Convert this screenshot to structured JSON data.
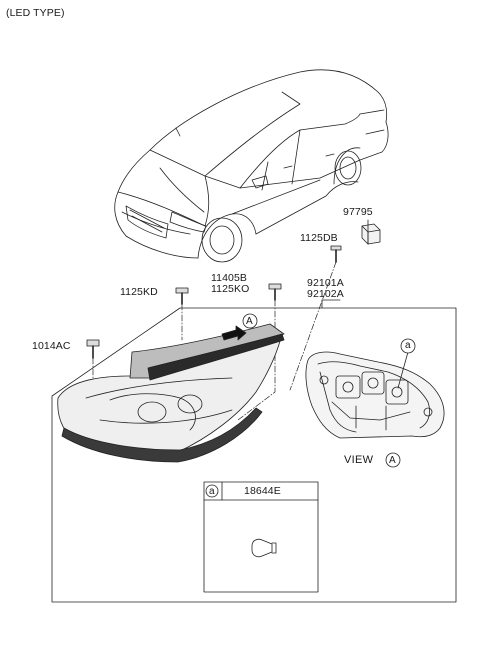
{
  "header": {
    "title": "(LED TYPE)"
  },
  "parts": {
    "p97795": "97795",
    "p1125DB": "1125DB",
    "p11405B": "11405B",
    "p1125KO": "1125KO",
    "p92101A": "92101A",
    "p92102A": "92102A",
    "p1125KD": "1125KD",
    "p1014AC": "1014AC",
    "p18644E": "18644E"
  },
  "callouts": {
    "circle_a": "a",
    "circle_A": "A",
    "view_label": "VIEW"
  }
}
